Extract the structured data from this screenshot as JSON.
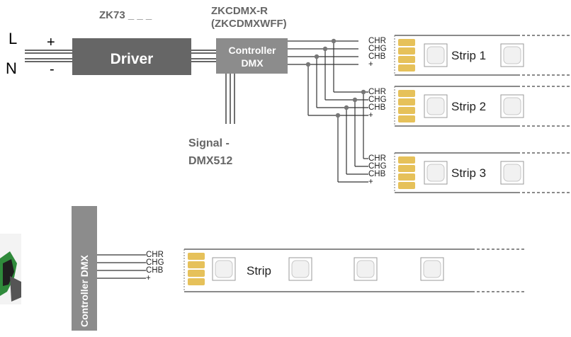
{
  "mains": {
    "line_label": "L",
    "neutral_label": "N",
    "plus_label": "+",
    "minus_label": "-"
  },
  "driver": {
    "model": "ZK73 _ _ _",
    "label": "Driver"
  },
  "controller": {
    "model_line1": "ZKCDMX-R",
    "model_line2": "(ZKCDMXWFF)",
    "label_line1": "Controller",
    "label_line2": "DMX"
  },
  "signal": {
    "line1": "Signal -",
    "line2": "DMX512"
  },
  "channels": [
    "CHR",
    "CHG",
    "CHB",
    "+"
  ],
  "strips": [
    {
      "label": "Strip 1"
    },
    {
      "label": "Strip 2"
    },
    {
      "label": "Strip 3"
    }
  ],
  "single": {
    "controller_label": "Controller DMX",
    "strip_label": "Strip"
  },
  "colors": {
    "driver_box": "#666666",
    "controller_box": "#8c8c8c",
    "wire": "#333333",
    "junction": "#777777",
    "led_pad": "#e6c15a",
    "strip_border": "#999999",
    "text_gray": "#666666",
    "connector_green": "#2f8a3b"
  }
}
